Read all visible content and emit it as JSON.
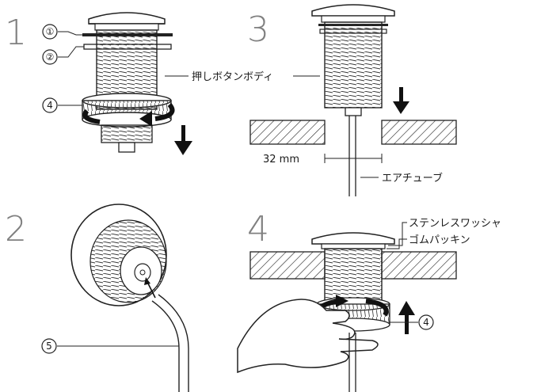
{
  "steps": [
    {
      "number": "1"
    },
    {
      "number": "2"
    },
    {
      "number": "3"
    },
    {
      "number": "4"
    }
  ],
  "callouts": {
    "c1": "①",
    "c2": "②",
    "c4a": "4",
    "c4b": "4",
    "c5": "5"
  },
  "labels": {
    "button_body": "押しボタンボディ",
    "air_tube": "エアチューブ",
    "dimension": "32 mm",
    "stainless_washer": "ステンレスワッシャ",
    "rubber_gasket": "ゴムパッキン"
  }
}
